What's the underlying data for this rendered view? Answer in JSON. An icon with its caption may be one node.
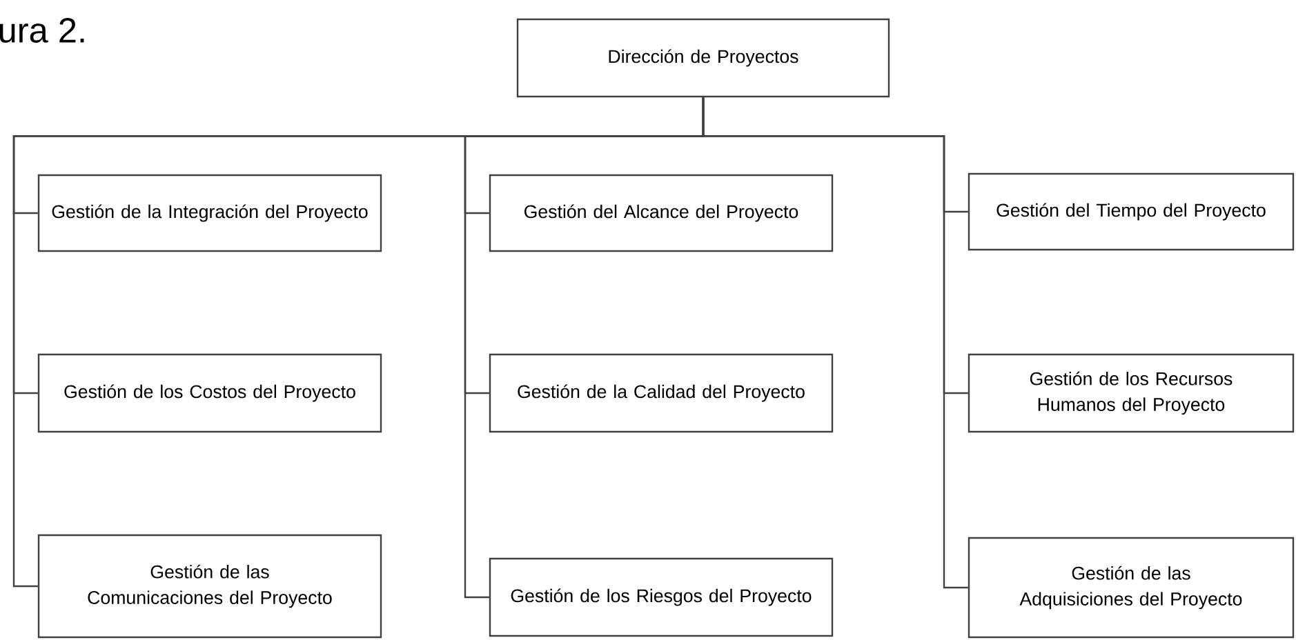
{
  "diagram": {
    "nodes": [
      {
        "text": [
          "Dirección de Proyectos"
        ]
      },
      {
        "text": [
          "Gestión de la Integración del Proyecto"
        ]
      },
      {
        "text": [
          "Gestión de los Costos del Proyecto"
        ]
      },
      {
        "text": [
          "Gestión de las Comunicaciones del Proyecto"
        ]
      },
      {
        "text": [
          "Gestión del Alcance del Proyecto"
        ]
      },
      {
        "text": [
          "Gestión de la Calidad del Proyecto"
        ]
      },
      {
        "text": [
          "Gestión de los Riesgos del Proyecto"
        ]
      },
      {
        "text": [
          "Gestión del Tiempo del Proyecto"
        ]
      },
      {
        "text": [
          "Gestión de los Recursos Humanos del Proyecto"
        ]
      },
      {
        "text": [
          "Gestión de las Adquisiciones del Proyecto"
        ]
      }
    ],
    "edges": [
      {
        "from": 0,
        "to": 1,
        "arrow": "none"
      },
      {
        "from": 0,
        "to": 2,
        "arrow": "none"
      },
      {
        "from": 0,
        "to": 3,
        "arrow": "none"
      },
      {
        "from": 0,
        "to": 4,
        "arrow": "none"
      },
      {
        "from": 0,
        "to": 5,
        "arrow": "none"
      },
      {
        "from": 0,
        "to": 6,
        "arrow": "none"
      },
      {
        "from": 0,
        "to": 7,
        "arrow": "none"
      },
      {
        "from": 0,
        "to": 8,
        "arrow": "none"
      },
      {
        "from": 0,
        "to": 9,
        "arrow": "none"
      }
    ],
    "labels": [
      "ura 2."
    ]
  }
}
